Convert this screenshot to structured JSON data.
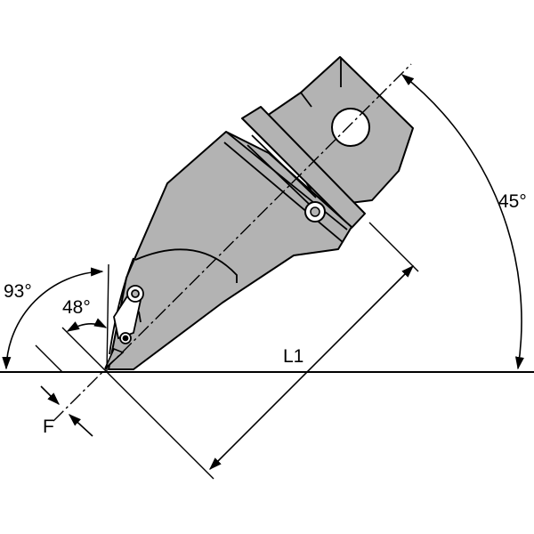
{
  "diagram": {
    "angle_labels": {
      "clearance": "93°",
      "insert": "48°",
      "mount": "45°"
    },
    "dimension_labels": {
      "length": "L1",
      "offset": "F"
    },
    "colors": {
      "body": "#b3b3b3",
      "outline": "#000000",
      "background": "#ffffff"
    }
  }
}
